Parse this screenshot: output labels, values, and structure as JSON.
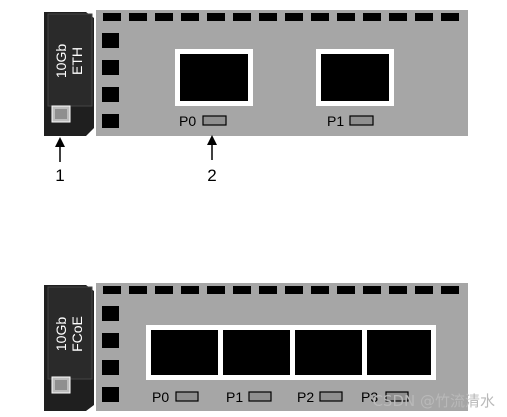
{
  "card_top": {
    "label_line1": "10Gb",
    "label_line2": "ETH",
    "ports": [
      {
        "label": "P0"
      },
      {
        "label": "P1"
      }
    ]
  },
  "callouts": [
    {
      "label": "1"
    },
    {
      "label": "2"
    }
  ],
  "card_bottom": {
    "label_line1": "10Gb",
    "label_line2": "FCoE",
    "ports": [
      {
        "label": "P0"
      },
      {
        "label": "P1"
      },
      {
        "label": "P2"
      },
      {
        "label": "P3"
      }
    ]
  },
  "watermark": "CSDN @竹流清水",
  "colors": {
    "bracket": "#a6a6a6",
    "panel_dark": "#1f1f1f",
    "slot": "#000000",
    "led": "#8f8f8f"
  }
}
